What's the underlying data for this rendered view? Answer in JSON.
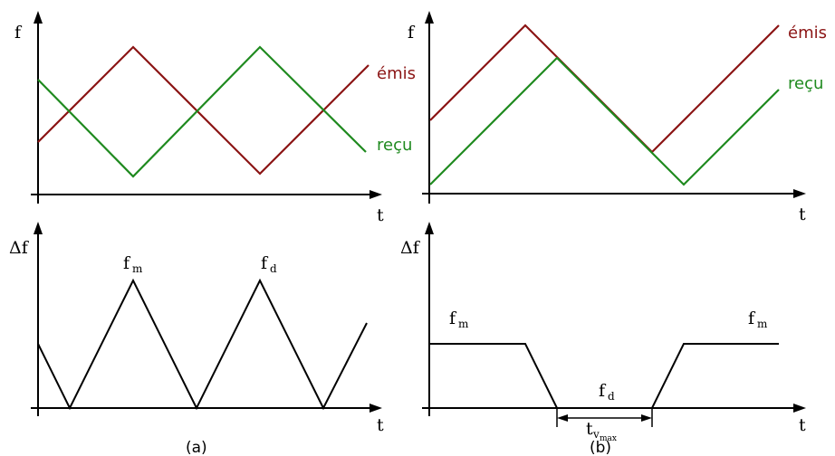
{
  "colors": {
    "emitted": "#8b1414",
    "received": "#1f8a1f",
    "axis": "#000000"
  },
  "labels": {
    "f": "f",
    "t": "t",
    "delta_f": "Δf",
    "emitted": "émis",
    "received": "reçu",
    "f_sym": "f",
    "sub_m": "m",
    "sub_d": "d",
    "t_sym": "t",
    "sub_v": "v",
    "sub_max": "max"
  },
  "captions": {
    "a": "(a)",
    "b": "(b)"
  }
}
